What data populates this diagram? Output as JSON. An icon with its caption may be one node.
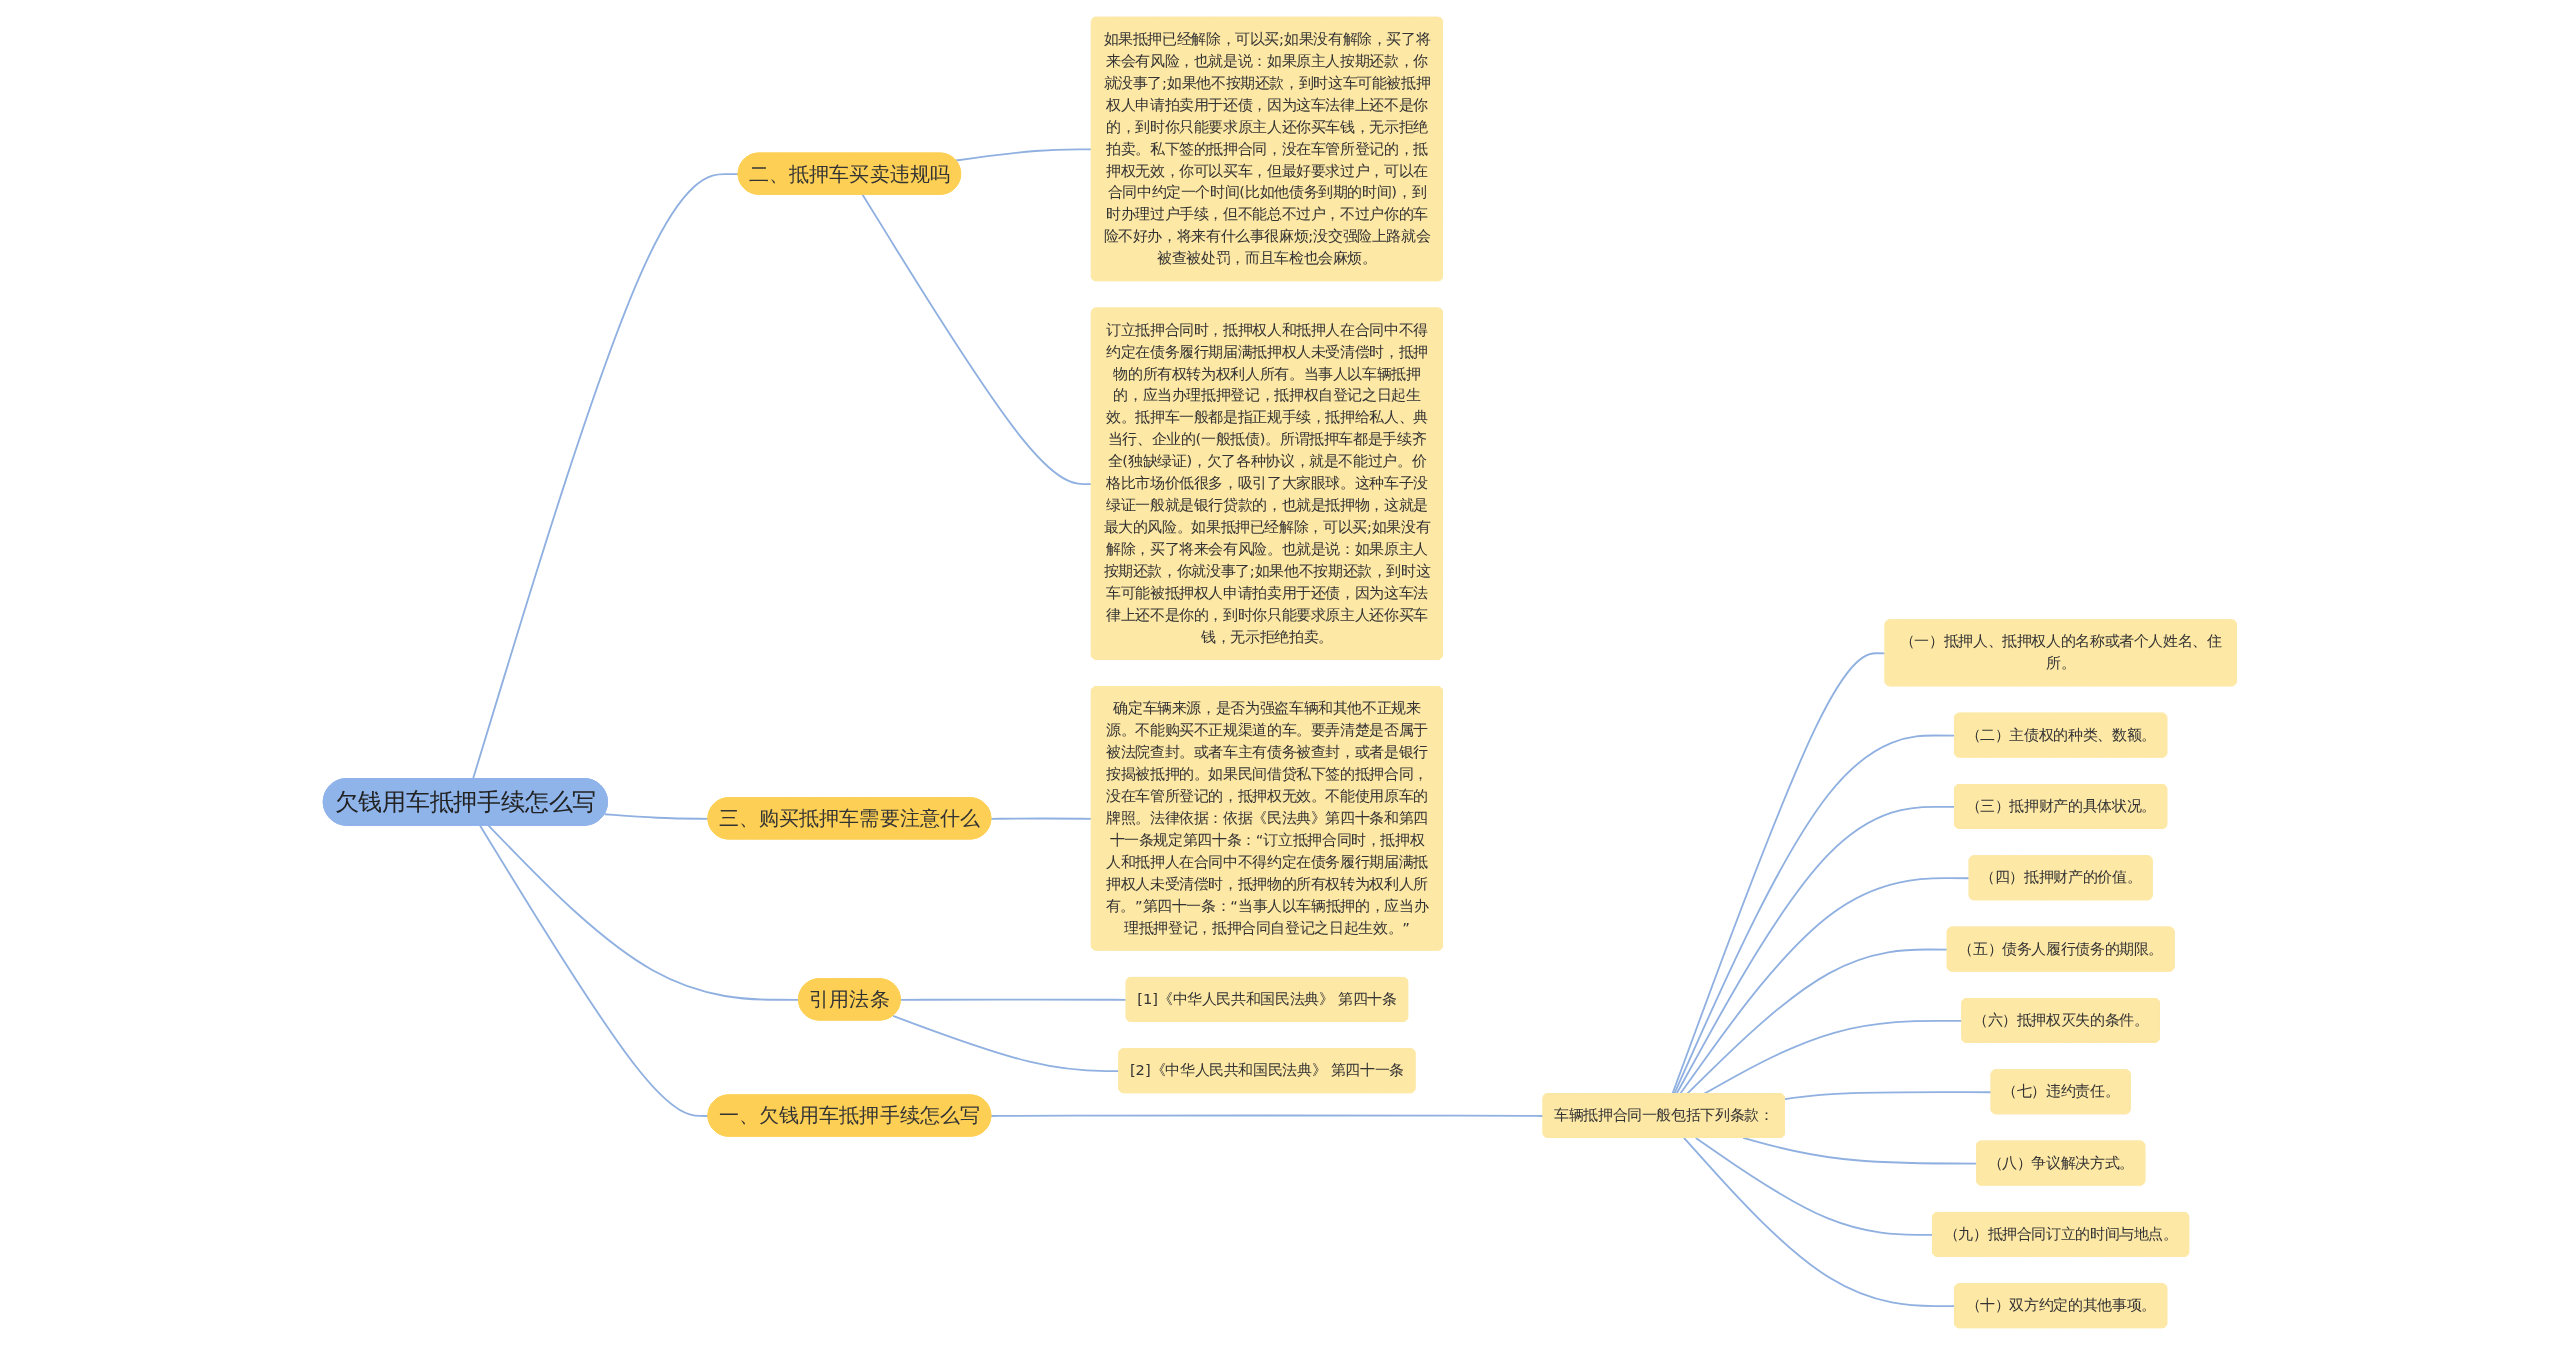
{
  "diagram": {
    "nodes": [
      {
        "text": [
          "欠钱用车抵押手续怎么写"
        ]
      },
      {
        "text": [
          "一、欠钱用车抵押手续怎么写"
        ]
      },
      {
        "text": [
          "车辆抵押合同一般包括下列条款："
        ]
      },
      {
        "text": [
          "（一）抵押人、抵押权人的名称或者个人姓名、住所。"
        ]
      },
      {
        "text": [
          "（二）主债权的种类、数额。"
        ]
      },
      {
        "text": [
          "（三）抵押财产的具体状况。"
        ]
      },
      {
        "text": [
          "（四）抵押财产的价值。"
        ]
      },
      {
        "text": [
          "（五）债务人履行债务的期限。"
        ]
      },
      {
        "text": [
          "（六）抵押权灭失的条件。"
        ]
      },
      {
        "text": [
          "（七）违约责任。"
        ]
      },
      {
        "text": [
          "（八）争议解决方式。"
        ]
      },
      {
        "text": [
          "（九）抵押合同订立的时间与地点。"
        ]
      },
      {
        "text": [
          "（十）双方约定的其他事项。"
        ]
      },
      {
        "text": [
          "二、抵押车买卖违规吗"
        ]
      },
      {
        "text": [
          "如果抵押已经解除，可以买;如果没有解除，买了将来会有风险，也就是说：如果原主人按期还款，你就没事了;如果他不按期还款，到时这车可能被抵押权人申请拍卖用于还债，因为这车法律上还不是你的，到时你只能要求原主人还你买车钱，无示拒绝拍卖。私下签的抵押合同，没在车管所登记的，抵押权无效，你可以买车，但最好要求过户，可以在合同中约定一个时间(比如他债务到期的时间)，到时办理过户手续，但不能总不过户，不过户你的车险不好办，将来有什么事很麻烦;没交强险上路就会被查被处罚，而且车检也会麻烦。"
        ]
      },
      {
        "text": [
          "订立抵押合同时，抵押权人和抵押人在合同中不得约定在债务履行期届满抵押权人未受清偿时，抵押物的所有权转为权利人所有。当事人以车辆抵押的，应当办理抵押登记，抵押权自登记之日起生效。抵押车一般都是指正规手续，抵押给私人、典当行、企业的(一般抵债)。所谓抵押车都是手续齐全(独缺绿证)，欠了各种协议，就是不能过户。价格比市场价低很多，吸引了大家眼球。这种车子没绿证一般就是银行贷款的，也就是抵押物，这就是最大的风险。如果抵押已经解除，可以买;如果没有解除，买了将来会有风险。也就是说：如果原主人按期还款，你就没事了;如果他不按期还款，到时这车可能被抵押权人申请拍卖用于还债，因为这车法律上还不是你的，到时你只能要求原主人还你买车钱，无示拒绝拍卖。"
        ]
      },
      {
        "text": [
          "三、购买抵押车需要注意什么"
        ]
      },
      {
        "text": [
          "确定车辆来源，是否为强盗车辆和其他不正规来源。不能购买不正规渠道的车。要弄清楚是否属于被法院查封。或者车主有债务被查封，或者是银行按揭被抵押的。如果民间借贷私下签的抵押合同，没在车管所登记的，抵押权无效。不能使用原车的牌照。法律依据：依据《民法典》第四十条和第四十一条规定第四十条：“订立抵押合同时，抵押权人和抵押人在合同中不得约定在债务履行期届满抵押权人未受清偿时，抵押物的所有权转为权利人所有。”第四十一条：“当事人以车辆抵押的，应当办理抵押登记，抵押合同自登记之日起生效。”"
        ]
      },
      {
        "text": [
          "引用法条"
        ]
      },
      {
        "text": [
          "[1]《中华人民共和国民法典》 第四十条"
        ]
      },
      {
        "text": [
          "[2]《中华人民共和国民法典》 第四十一条"
        ]
      }
    ],
    "edges": [
      {
        "from": 0,
        "to": 1,
        "arrow": "none"
      },
      {
        "from": 1,
        "to": 2,
        "arrow": "none"
      },
      {
        "from": 2,
        "to": 3,
        "arrow": "none"
      },
      {
        "from": 2,
        "to": 4,
        "arrow": "none"
      },
      {
        "from": 2,
        "to": 5,
        "arrow": "none"
      },
      {
        "from": 2,
        "to": 6,
        "arrow": "none"
      },
      {
        "from": 2,
        "to": 7,
        "arrow": "none"
      },
      {
        "from": 2,
        "to": 8,
        "arrow": "none"
      },
      {
        "from": 2,
        "to": 9,
        "arrow": "none"
      },
      {
        "from": 2,
        "to": 10,
        "arrow": "none"
      },
      {
        "from": 2,
        "to": 11,
        "arrow": "none"
      },
      {
        "from": 2,
        "to": 12,
        "arrow": "none"
      },
      {
        "from": 0,
        "to": 13,
        "arrow": "none"
      },
      {
        "from": 13,
        "to": 14,
        "arrow": "none"
      },
      {
        "from": 13,
        "to": 15,
        "arrow": "none"
      },
      {
        "from": 0,
        "to": 16,
        "arrow": "none"
      },
      {
        "from": 16,
        "to": 17,
        "arrow": "none"
      },
      {
        "from": 0,
        "to": 18,
        "arrow": "none"
      },
      {
        "from": 18,
        "to": 19,
        "arrow": "none"
      },
      {
        "from": 18,
        "to": 20,
        "arrow": "none"
      }
    ]
  }
}
